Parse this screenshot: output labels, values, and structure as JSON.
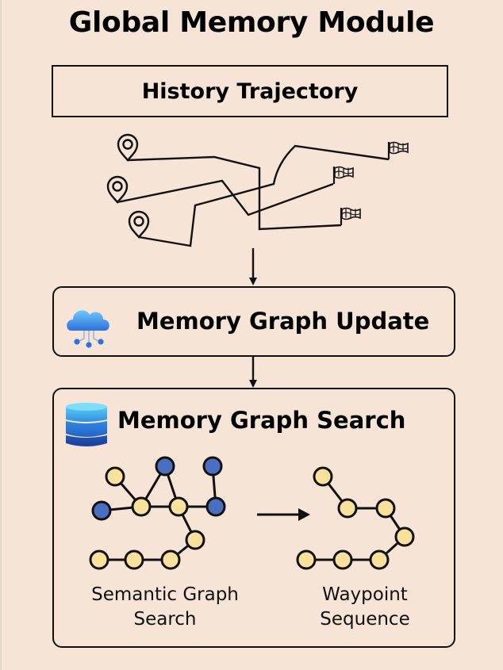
{
  "title": "Global Memory Module",
  "history": {
    "label": "History Trajectory",
    "start_icon": "map-pin-icon",
    "end_icon": "checkered-flag-icon",
    "trajectory_count": 3
  },
  "update": {
    "label": "Memory Graph Update",
    "icon": "cloud-network-icon"
  },
  "search": {
    "label": "Memory Graph Search",
    "icon": "database-icon",
    "left_graph": {
      "caption_line1": "Semantic Graph",
      "caption_line2": "Search"
    },
    "right_graph": {
      "caption_line1": "Waypoint",
      "caption_line2": "Sequence"
    }
  },
  "colors": {
    "background": "#f6e4d7",
    "node_yellow": "#f7e19c",
    "node_blue": "#4a6fc0",
    "stroke": "#111111",
    "cloud_blue": "#3e8fe8",
    "db_blue": "#2a63c8"
  }
}
